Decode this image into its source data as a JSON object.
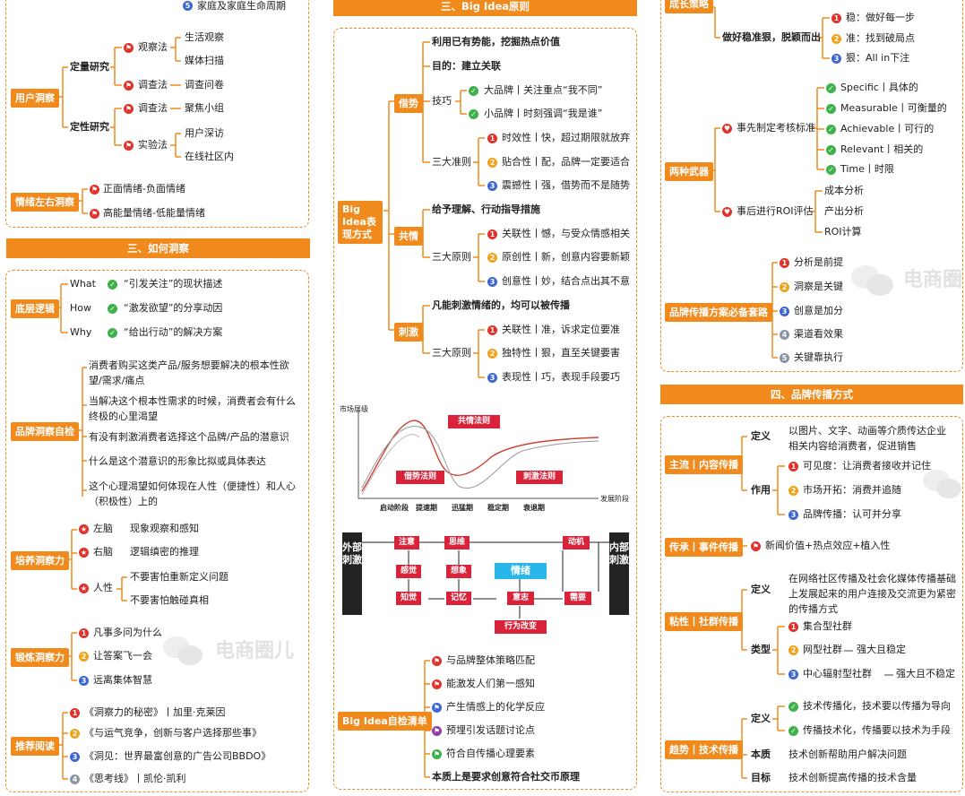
{
  "col1": {
    "top_item": "家庭及家庭生命周期",
    "user": {
      "label": "用户洞察",
      "quant": "定量研究",
      "qual": "定性研究",
      "observe": "观察法",
      "life": "生活观察",
      "media": "媒体扫描",
      "survey": "调查法",
      "questionnaire": "调查问卷",
      "survey2": "调查法",
      "focus": "聚焦小组",
      "experiment": "实验法",
      "deep": "用户深访",
      "online": "在线社区内"
    },
    "emotion": {
      "label": "情绪左右洞察",
      "a": "正面情绪-负面情绪",
      "b": "高能量情绪-低能量情绪"
    },
    "section3": "三、如何洞察",
    "bottom": {
      "label": "底层逻辑",
      "what": "What",
      "what_t": "“引发关注”的现状描述",
      "how": "How",
      "how_t": "“激发欲望”的分享动因",
      "why": "Why",
      "why_t": "“给出行动”的解决方案"
    },
    "brand": {
      "label": "品牌洞察自检",
      "q1": "消费者购买这类产品/服务想要解决的根本性欲望/需求/痛点",
      "q2": "当解决这个根本性需求的时候，消费者会有什么终极的心里渴望",
      "q3": "有没有刺激消费者选择这个品牌/产品的潜意识",
      "q4": "什么是这个潜意识的形象比拟或具体表达",
      "q5": "这个心理渴望如何体现在人性（便捷性）和人心（积极性）上的"
    },
    "cultivate": {
      "label": "培养洞察力",
      "left": "左脑",
      "left_t": "现象观察和感知",
      "right": "右脑",
      "right_t": "逻辑缜密的推理",
      "human": "人性",
      "h1": "不要害怕重新定义问题",
      "h2": "不要害怕触碰真相"
    },
    "train": {
      "label": "锻炼洞察力",
      "a": "凡事多问为什么",
      "b": "让答案飞一会",
      "c": "远离集体智慧"
    },
    "read": {
      "label": "推荐阅读",
      "a": "《洞察力的秘密》丨加里·克莱因",
      "b": "《与运气竞争，创新与客户选择那些事》",
      "c": "《洞见：世界最富创意的广告公司BBDO》",
      "d": "《思考线》丨凯伦·凯利"
    },
    "watermark": "电商圈儿"
  },
  "col2": {
    "section": "三、Big Idea原则",
    "big": "Big Idea表现方式",
    "borrow": {
      "label": "借势",
      "l1": "利用已有势能，挖掘热点价值",
      "l2": "目的：建立关联",
      "skill": "技巧",
      "s1": "大品牌丨关注重点“我不同”",
      "s2": "小品牌丨时刻强调“我是谁”",
      "rule": "三大准则",
      "r1": "时效性丨快，超过期限就放弃",
      "r2": "贴合性丨配，品牌一定要适合",
      "r3": "震撼性丨强，借势而不是随势"
    },
    "resonate": {
      "label": "共情",
      "l1": "给予理解、行动指导措施",
      "rule": "三大原则",
      "r1": "关联性丨憾，与受众情感相关",
      "r2": "原创性丨新，创意内容要新颖",
      "r3": "创意性丨妙，结合点出其不意"
    },
    "stimulate": {
      "label": "刺激",
      "l1": "凡能刺激情绪的，均可以被传播",
      "rule": "三大原则",
      "r1": "关联性丨准，诉求定位要准",
      "r2": "独特性丨狠，直至关键要害",
      "r3": "表现性丨巧，表现手段要巧"
    },
    "curve": {
      "ylabel": "市场层级",
      "xlabel": "发展阶段",
      "c1": "共情法则",
      "c2": "借势法则",
      "c3": "刺激法则",
      "x": [
        "启动阶段",
        "提速期",
        "迅猛期",
        "稳定期",
        "衰退期"
      ]
    },
    "flow": {
      "outer": "外部刺激",
      "inner": "内部刺激",
      "attention": "注意",
      "thinking": "思维",
      "motive": "动机",
      "perception": "感觉",
      "imagine": "想象",
      "emotion": "情绪",
      "knowing": "知觉",
      "memory": "记忆",
      "will": "意志",
      "need": "需要",
      "action": "行为改变"
    },
    "check": {
      "label": "Big Idea自检清单",
      "a": "与品牌整体策略匹配",
      "b": "能激发人们第一感知",
      "c": "产生情感上的化学反应",
      "d": "预埋引发话题讨论点",
      "e": "符合自传播心理要素",
      "f": "本质上是要求创意符合社交币原理"
    }
  },
  "col3": {
    "growth": "成长策略",
    "precise": {
      "label": "做好稳准狠，脱颖而出",
      "a": "稳：做好每一步",
      "b": "准：找到破局点",
      "c": "狠：All in下注"
    },
    "weapons": {
      "label": "两种武器",
      "std": "事先制定考核标准",
      "s1": "Specific丨具体的",
      "s2": "Measurable丨可衡量的",
      "s3": "Achievable丨可行的",
      "s4": "Relevant丨相关的",
      "s5": "Time丨时限",
      "roi": "事后进行ROI评估",
      "r1": "成本分析",
      "r2": "产出分析",
      "r3": "ROI计算"
    },
    "must": {
      "label": "品牌传播方案必备套路",
      "a": "分析是前提",
      "b": "洞察是关键",
      "c": "创意是加分",
      "d": "渠道看效果",
      "e": "关键靠执行"
    },
    "watermark": "电商圈",
    "section4": "四、品牌传播方式",
    "content": {
      "label": "主流丨内容传播",
      "def": "定义",
      "def_t": "以图片、文字、动画等介质传达企业相关内容给消费者，促进销售",
      "use": "作用",
      "u1": "可见度：让消费者接收并记住",
      "u2": "市场开拓：消费并追随",
      "u3": "品牌传播：认可并分享"
    },
    "event": {
      "label": "传承丨事件传播",
      "t": "新闻价值+热点效应+植入性"
    },
    "social": {
      "label": "粘性丨社群传播",
      "def": "定义",
      "def_t": "在网络社区传播及社会化媒体传播基础上发展起来的用户连接及交流更为紧密的传播方式",
      "type": "类型",
      "t1": "集合型社群",
      "t2": "网型社群",
      "t2b": "强大且稳定",
      "t3": "中心辐射型社群",
      "t3b": "强大且不稳定"
    },
    "tech": {
      "label": "趋势丨技术传播",
      "def": "定义",
      "d1": "技术传播化，技术要以传播为导向",
      "d2": "传播技术化，传播要以技术为手段",
      "essence": "本质",
      "e_t": "技术创新帮助用户解决问题",
      "goal": "目标",
      "g_t": "技术创新提高传播的技术含量"
    }
  },
  "colors": {
    "accent": "#f08a1c",
    "red": "#e0312b",
    "green": "#3fb14a",
    "blue": "#3d66d1"
  }
}
